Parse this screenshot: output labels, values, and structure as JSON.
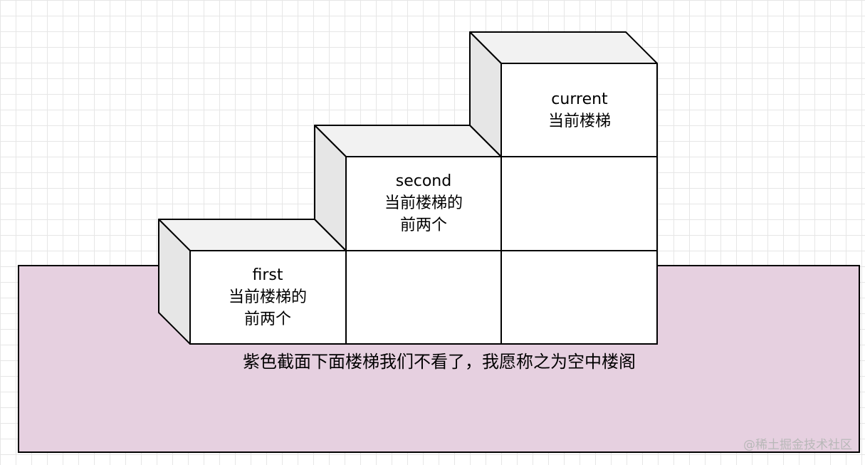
{
  "cells": {
    "current": {
      "line1": "current",
      "line2": "当前楼梯",
      "line3": ""
    },
    "second": {
      "line1": "second",
      "line2": "当前楼梯的",
      "line3": "前两个"
    },
    "first": {
      "line1": "first",
      "line2": "当前楼梯的",
      "line3": "前两个"
    }
  },
  "caption": "紫色截面下面楼梯我们不看了，我愿称之为空中楼阁",
  "watermark": "@稀土掘金技术社区",
  "colors": {
    "section_fill": "#e6d0e0",
    "top_face": "#f2f2f2",
    "side_face": "#e6e6e6",
    "front_face": "#ffffff",
    "stroke": "#000000"
  }
}
